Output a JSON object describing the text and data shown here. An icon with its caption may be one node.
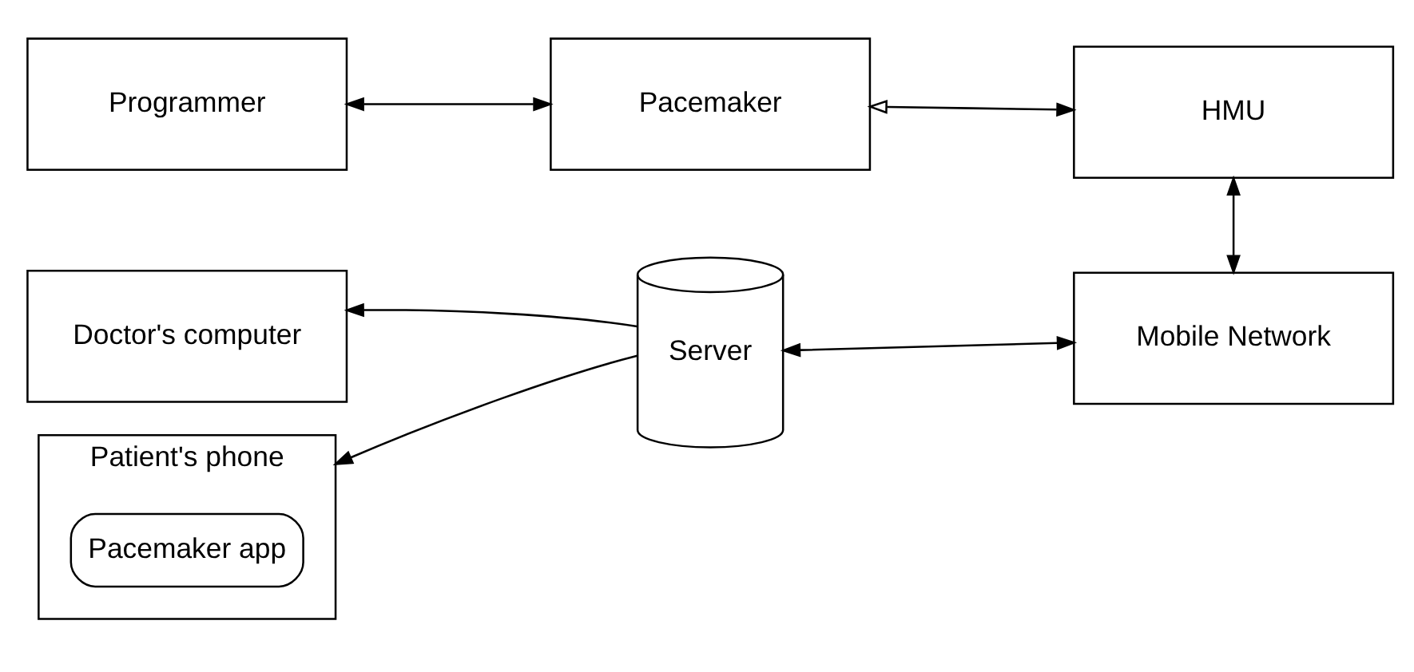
{
  "diagram": {
    "nodes": [
      {
        "text": [
          "Programmer"
        ]
      },
      {
        "text": [
          "Pacemaker"
        ]
      },
      {
        "text": [
          "HMU"
        ]
      },
      {
        "text": [
          "Doctor's computer"
        ]
      },
      {
        "text": [
          "Server"
        ]
      },
      {
        "text": [
          "Mobile Network"
        ]
      },
      {
        "text": [
          "Patient's phone"
        ]
      },
      {
        "text": [
          "Pacemaker app"
        ],
        "in": 6
      }
    ],
    "edges": [
      {
        "from": 0,
        "to": 1,
        "arrow": "both"
      },
      {
        "from": 1,
        "to": 2,
        "arrow": "both"
      },
      {
        "from": 2,
        "to": 5,
        "arrow": "both"
      },
      {
        "from": 4,
        "to": 5,
        "arrow": "both"
      },
      {
        "from": 4,
        "to": 3,
        "arrow": "to"
      },
      {
        "from": 4,
        "to": 6,
        "arrow": "to"
      }
    ]
  }
}
